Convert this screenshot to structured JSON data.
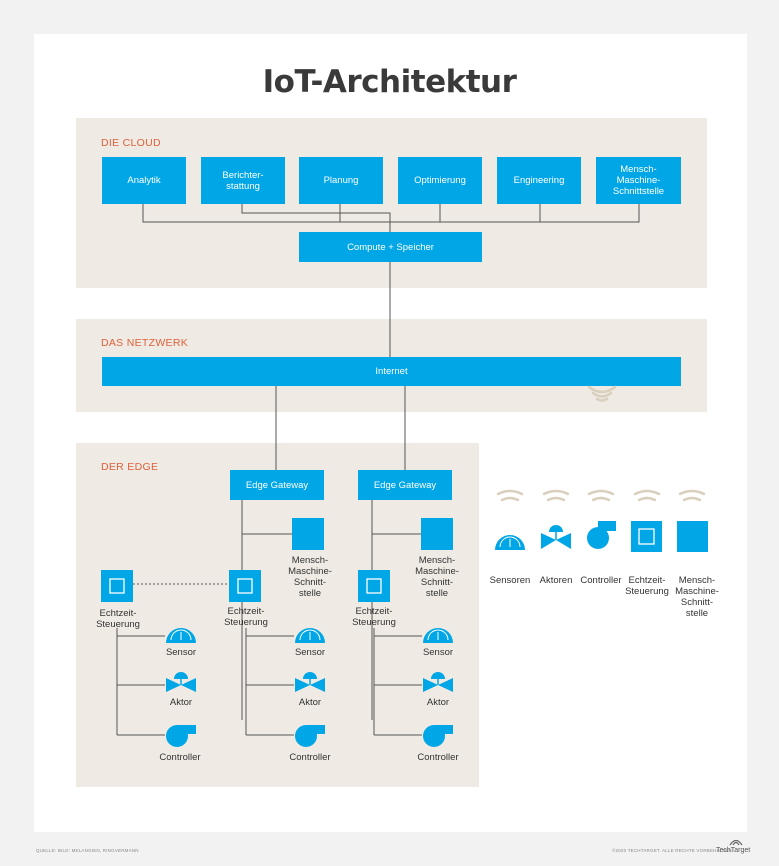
{
  "title": "IoT-Architektur",
  "cloud": {
    "label": "DIE CLOUD",
    "boxes": [
      "Analytik",
      "Berichter-\nstattung",
      "Planung",
      "Optimierung",
      "Engineering",
      "Mensch-\nMaschine-\nSchnittstelle"
    ],
    "compute": "Compute + Speicher"
  },
  "network": {
    "label": "DAS NETZWERK",
    "internet": "Internet"
  },
  "edge": {
    "label": "DER EDGE",
    "gateway": "Edge Gateway",
    "hmi_label": "Mensch-\nMaschine-\nSchnitt-\nstelle",
    "rt_label": "Echtzeit-\nSteuerung",
    "sensor": "Sensor",
    "actor": "Aktor",
    "controller": "Controller"
  },
  "legend": {
    "items": [
      "Sensoren",
      "Aktoren",
      "Controller",
      "Echtzeit-\nSteuerung",
      "Mensch-\nMaschine-\nSchnitt-\nstelle"
    ]
  },
  "footer": {
    "source": "QUELLE: BILD: MELANGIEN, RINGVERMANN",
    "copyright": "©2020 TECHTARGET. ALLE RECHTE VORBEHALTEN.",
    "brand": "TechTarget"
  },
  "colors": {
    "accent": "#00a6e6",
    "panel": "#efebe4",
    "label": "#e0603a",
    "wifi": "#d9cfbd"
  }
}
